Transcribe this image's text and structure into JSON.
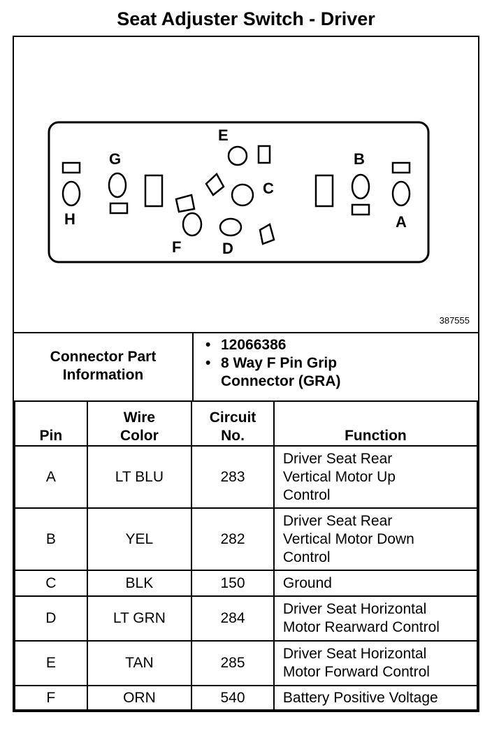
{
  "title": "Seat Adjuster Switch - Driver",
  "diagram": {
    "drawing_number": "387555",
    "pin_letters": [
      "A",
      "B",
      "C",
      "D",
      "E",
      "F",
      "G",
      "H"
    ]
  },
  "connector": {
    "label_line1": "Connector Part",
    "label_line2": "Information",
    "part_number": "12066386",
    "desc_line1": "8 Way F Pin Grip",
    "desc_line2": "Connector (GRA)"
  },
  "table": {
    "headers": {
      "pin": "Pin",
      "wire_color_1": "Wire",
      "wire_color_2": "Color",
      "circuit_1": "Circuit",
      "circuit_2": "No.",
      "function": "Function"
    },
    "rows": [
      {
        "pin": "A",
        "wire": "LT BLU",
        "circuit": "283",
        "function_lines": [
          "Driver Seat Rear",
          "Vertical Motor Up",
          "Control"
        ]
      },
      {
        "pin": "B",
        "wire": "YEL",
        "circuit": "282",
        "function_lines": [
          "Driver Seat Rear",
          "Vertical Motor Down",
          "Control"
        ]
      },
      {
        "pin": "C",
        "wire": "BLK",
        "circuit": "150",
        "function_lines": [
          "Ground"
        ]
      },
      {
        "pin": "D",
        "wire": "LT GRN",
        "circuit": "284",
        "function_lines": [
          "Driver Seat Horizontal",
          "Motor Rearward Control"
        ]
      },
      {
        "pin": "E",
        "wire": "TAN",
        "circuit": "285",
        "function_lines": [
          "Driver Seat Horizontal",
          "Motor Forward Control"
        ]
      },
      {
        "pin": "F",
        "wire": "ORN",
        "circuit": "540",
        "function_lines": [
          "Battery Positive Voltage"
        ]
      }
    ]
  }
}
